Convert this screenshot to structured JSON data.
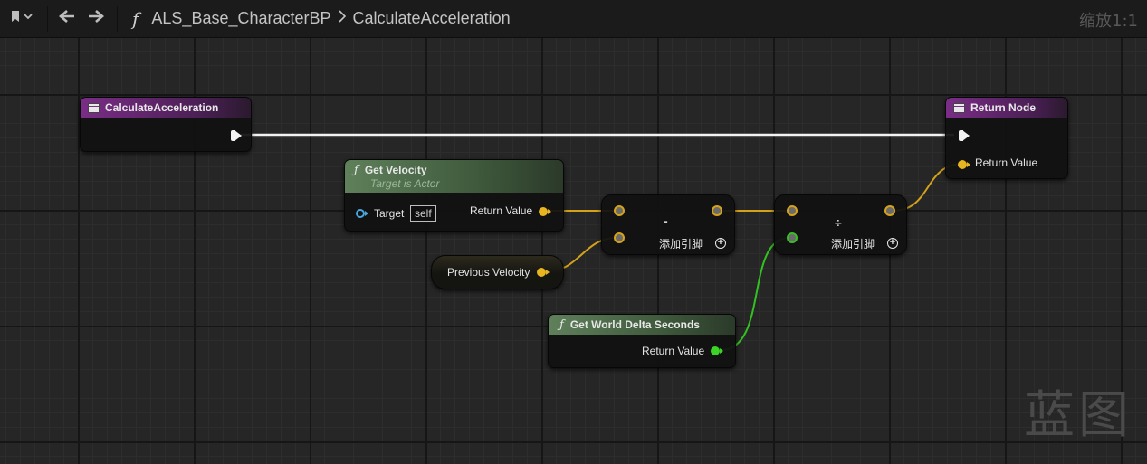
{
  "toolbar": {
    "bookmark_icon": "bookmark-icon",
    "back_icon": "arrow-left-icon",
    "forward_icon": "arrow-right-icon",
    "function_icon": "f",
    "breadcrumb": [
      "ALS_Base_CharacterBP",
      "CalculateAcceleration"
    ],
    "zoom": "缩放1:1"
  },
  "nodes": {
    "entry": {
      "title": "CalculateAcceleration"
    },
    "return": {
      "title": "Return Node",
      "pin_return": "Return Value"
    },
    "get_velocity": {
      "title": "Get Velocity",
      "subtitle": "Target is Actor",
      "pin_target": "Target",
      "pin_target_value": "self",
      "pin_return": "Return Value"
    },
    "subtract": {
      "operator": "-",
      "add_pin": "添加引脚"
    },
    "divide": {
      "operator": "÷",
      "add_pin": "添加引脚"
    },
    "previous_velocity": {
      "label": "Previous Velocity"
    },
    "delta_seconds": {
      "title": "Get World Delta Seconds",
      "pin_return": "Return Value"
    }
  },
  "watermark": "蓝图",
  "colors": {
    "exec": "#f4f4f4",
    "vector": "#e8b520",
    "float": "#3ad425",
    "function_header": "#7a2d86",
    "pure_header": "#5f805b"
  }
}
